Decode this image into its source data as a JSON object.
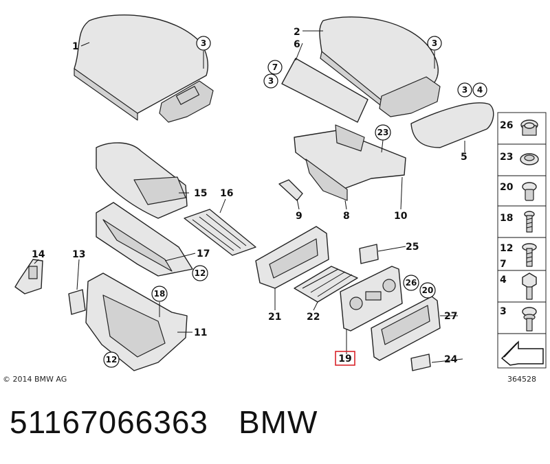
{
  "diagram": {
    "copyright": "© 2014 BMW AG",
    "diagram_id": "364528",
    "highlighted_callout": "19",
    "callouts": {
      "c1": "1",
      "c2": "2",
      "c6": "6",
      "c3a": "3",
      "c7": "7",
      "c3b": "3",
      "c3c": "3",
      "c3d": "3",
      "c4": "4",
      "c5": "5",
      "c23": "23",
      "c15": "15",
      "c16": "16",
      "c9": "9",
      "c8": "8",
      "c10": "10",
      "c14": "14",
      "c13": "13",
      "c17": "17",
      "c12a": "12",
      "c18": "18",
      "c11": "11",
      "c12b": "12",
      "c25": "25",
      "c21": "21",
      "c22": "22",
      "c26": "26",
      "c20": "20",
      "c27": "27",
      "c19": "19",
      "c24": "24"
    },
    "legend": [
      "26",
      "23",
      "20",
      "18",
      "12",
      "7",
      "4",
      "3"
    ]
  },
  "footer": {
    "part_number": "51167066363",
    "brand": "BMW"
  }
}
